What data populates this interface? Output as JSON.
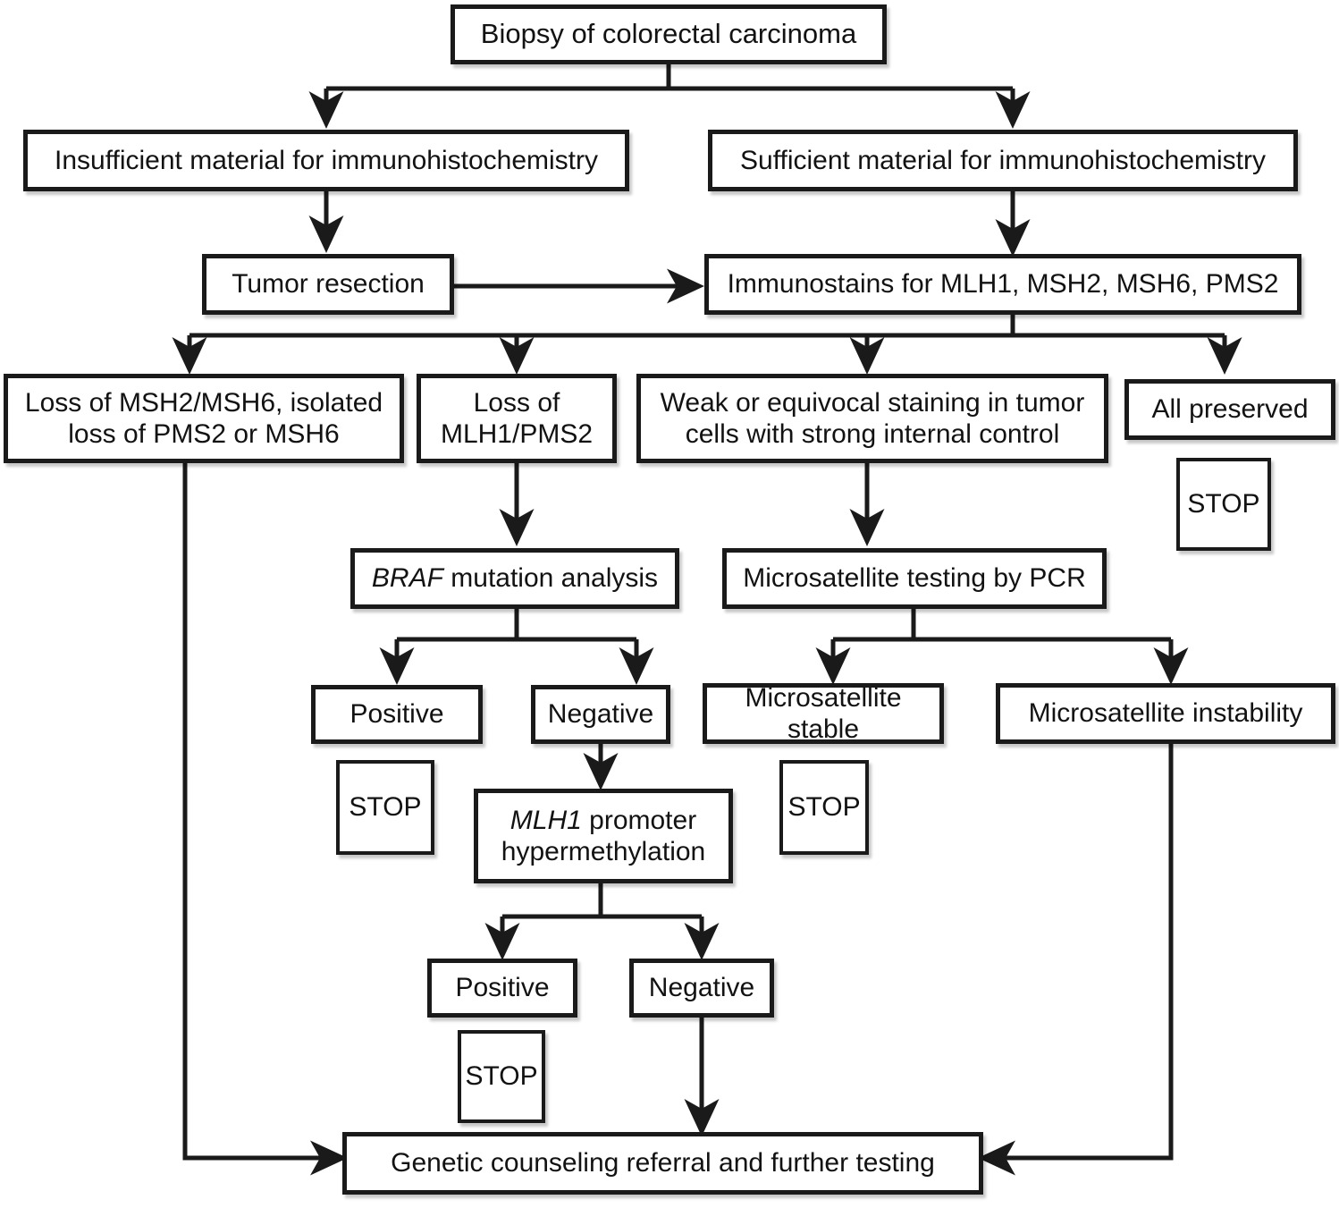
{
  "diagram": {
    "title": "Colorectal carcinoma mismatch repair testing algorithm",
    "line_color": "#1a1a1a",
    "box_fill": "#ffffff",
    "text_color": "#121212"
  },
  "nodes": {
    "biopsy": "Biopsy of colorectal carcinoma",
    "insufficient": "Insufficient material for immunohistochemistry",
    "sufficient": "Sufficient material for immunohistochemistry",
    "tumor_resection": "Tumor resection",
    "immunostains": "Immunostains for MLH1, MSH2, MSH6, PMS2",
    "loss_msh2_msh6": "Loss of MSH2/MSH6, isolated\nloss of PMS2 or MSH6",
    "loss_mlh1_pms2": "Loss of\nMLH1/PMS2",
    "weak_equivocal": "Weak or equivocal staining in tumor\ncells with strong internal control",
    "all_preserved": "All preserved",
    "stop_all_preserved": "STOP",
    "braf_gene": "BRAF",
    "braf_rest": " mutation analysis",
    "braf_full": "BRAF mutation analysis",
    "msi_pcr": "Microsatellite testing by PCR",
    "braf_positive": "Positive",
    "braf_negative": "Negative",
    "stop_braf_positive": "STOP",
    "ms_stable": "Microsatellite stable",
    "ms_instability": "Microsatellite instability",
    "stop_ms_stable": "STOP",
    "mlh1_gene": "MLH1",
    "mlh1_rest": " promoter\nhypermethylation",
    "mlh1_full": "MLH1 promoter hypermethylation",
    "meth_positive": "Positive",
    "meth_negative": "Negative",
    "stop_meth_positive": "STOP",
    "genetic_counseling": "Genetic counseling referral and further testing"
  }
}
